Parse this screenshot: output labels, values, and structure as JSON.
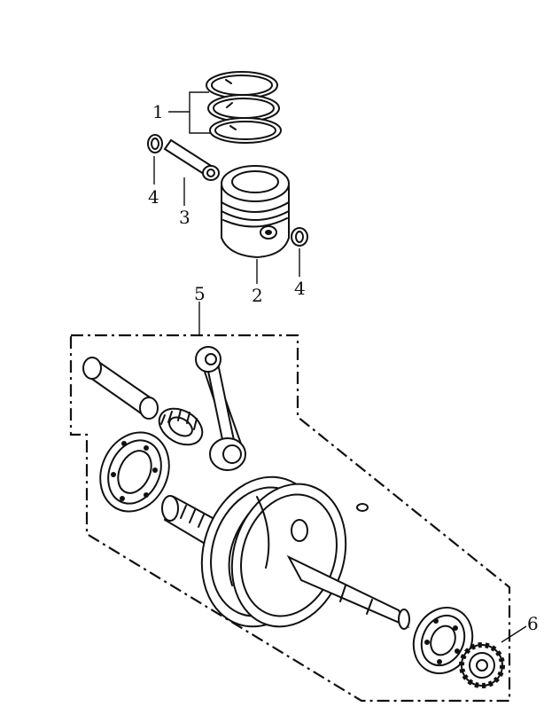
{
  "callouts": {
    "rings": "1",
    "piston": "2",
    "pin": "3",
    "clip_left": "4",
    "clip_right": "4",
    "crank_assembly": "5",
    "gear": "6"
  }
}
